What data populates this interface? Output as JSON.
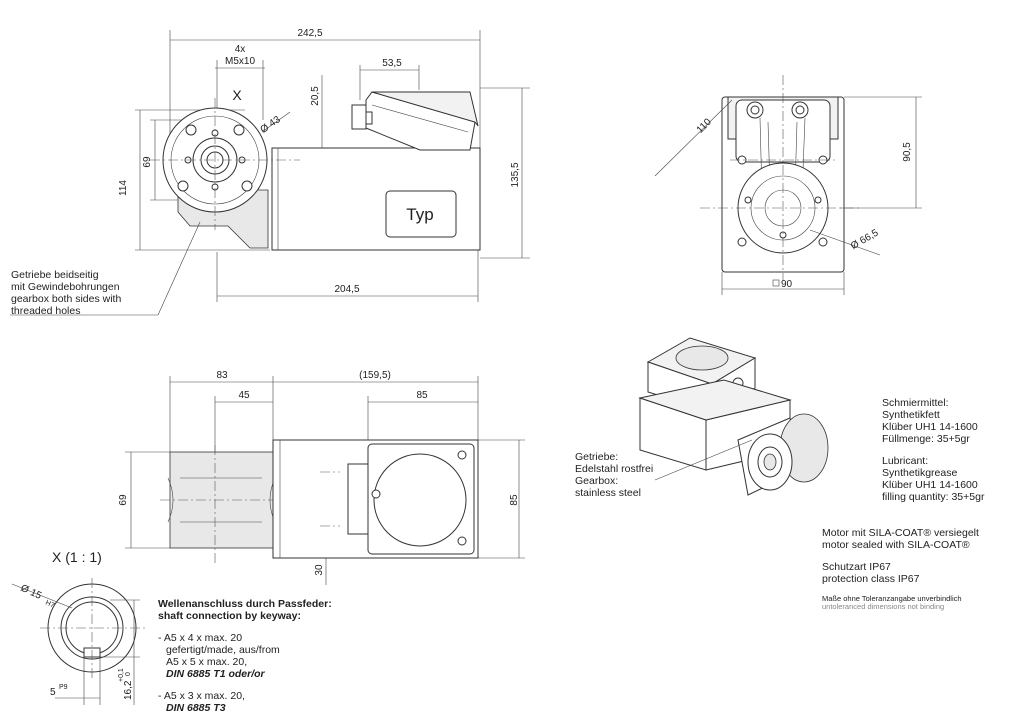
{
  "dimensions": {
    "overall_length": "242,5",
    "holes_count": "4x",
    "holes_thread": "M5x10",
    "terminal_box_width": "53,5",
    "terminal_box_offset": "20,5",
    "detail_marker": "X",
    "bolt_circle": "Ø 43",
    "flange_height_69": "69",
    "flange_height_114": "114",
    "total_height": "135,5",
    "motor_length": "204,5",
    "diagonal_110": "110",
    "side_height": "90,5",
    "shaft_bore": "Ø 66,5",
    "square_90": "90",
    "top_83": "83",
    "top_159_5": "(159,5)",
    "top_45": "45",
    "top_85": "85",
    "top_right_85": "85",
    "top_left_69": "69",
    "top_30": "30"
  },
  "labels": {
    "type_plate": "Typ",
    "gearbox_note": [
      "Getriebe beidseitig",
      "mit Gewindebohrungen",
      "gearbox both sides with",
      "threaded holes"
    ],
    "detail_title": "X (1 : 1)",
    "detail_bore": "Ø 15",
    "detail_bore_tol": "H7",
    "detail_key": "5",
    "detail_key_tol": "P9",
    "detail_depth": "16,2",
    "detail_depth_tol_top": "+0,1",
    "detail_depth_tol_bottom": "0",
    "gearbox_material": [
      "Getriebe:",
      "Edelstahl rostfrei",
      "Gearbox:",
      "stainless steel"
    ],
    "lubricant": [
      "Schmiermittel:",
      "Synthetikfett",
      "Klüber UH1 14-1600",
      "Füllmenge: 35+5gr",
      "",
      "Lubricant:",
      "Synthetikgrease",
      "Klüber UH1 14-1600",
      "filling quantity: 35+5gr"
    ],
    "coating": [
      "Motor mit SILA-COAT® versiegelt",
      "motor sealed with SILA-COAT®"
    ],
    "protection": [
      "Schutzart IP67",
      "protection class IP67"
    ],
    "tolerance": [
      "Maße ohne Toleranzangabe unverbindlich",
      "untoleranced dimensions not binding"
    ],
    "shaft_connection_title": [
      "Wellenanschluss durch Passfeder:",
      "shaft connection by keyway:"
    ],
    "shaft_connection_items": [
      "- A5 x 4 x max. 20",
      "  gefertigt/made, aus/from",
      "  A5 x 5 x max. 20,",
      "  DIN 6885 T1 oder/or",
      "",
      "- A5 x 3 x max. 20,",
      "  DIN 6885 T3"
    ]
  }
}
